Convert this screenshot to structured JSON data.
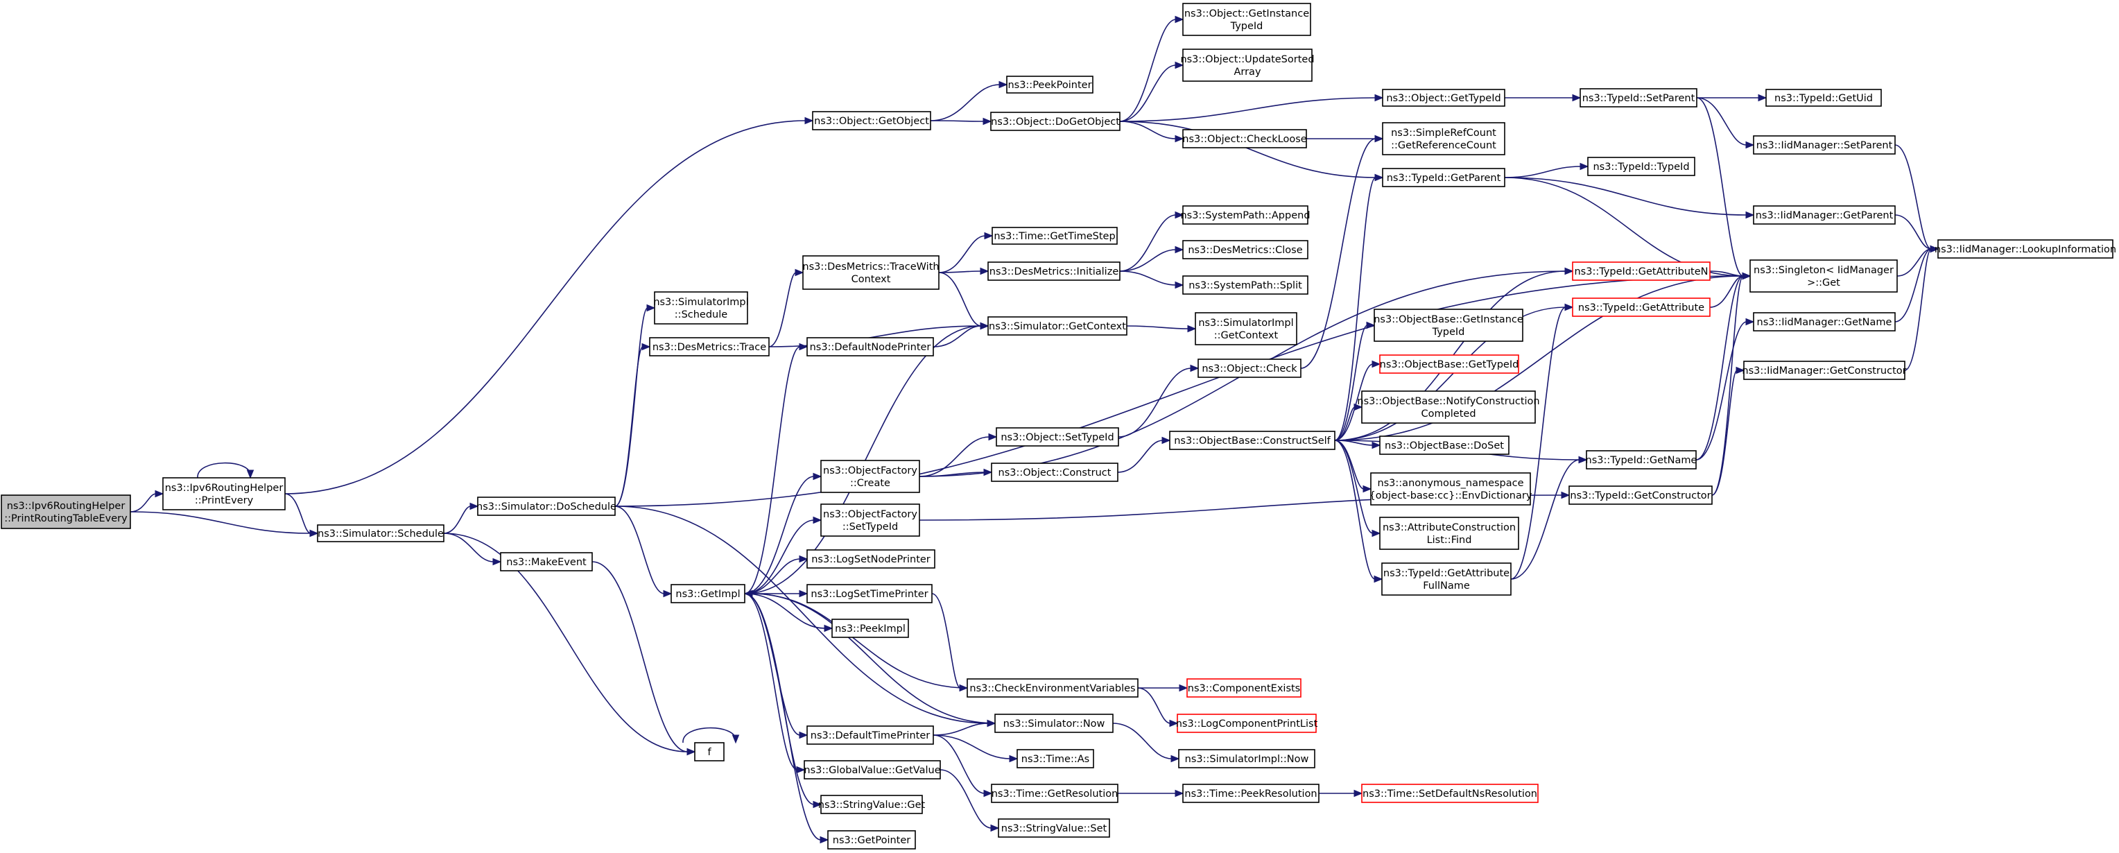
{
  "diagram": {
    "edge_color": "#191970",
    "node_border_color": "#000000",
    "truncated_node_border_color": "#ff0000",
    "root_fill_color": "#bfbfbf",
    "nodes": [
      {
        "id": "root",
        "lines": [
          "ns3::Ipv6RoutingHelper",
          "::PrintRoutingTableEvery"
        ],
        "style": "root"
      },
      {
        "id": "printEvery",
        "lines": [
          "ns3::Ipv6RoutingHelper",
          "::PrintEvery"
        ]
      },
      {
        "id": "schedule",
        "lines": [
          "ns3::Simulator::Schedule"
        ]
      },
      {
        "id": "doSchedule",
        "lines": [
          "ns3::Simulator::DoSchedule"
        ]
      },
      {
        "id": "makeEvent",
        "lines": [
          "ns3::MakeEvent"
        ]
      },
      {
        "id": "f",
        "lines": [
          "f"
        ]
      },
      {
        "id": "getObject",
        "lines": [
          "ns3::Object::GetObject"
        ]
      },
      {
        "id": "simImplSchedule",
        "lines": [
          "ns3::SimulatorImpl",
          "::Schedule"
        ]
      },
      {
        "id": "desTrace",
        "lines": [
          "ns3::DesMetrics::Trace"
        ]
      },
      {
        "id": "getImpl",
        "lines": [
          "ns3::GetImpl"
        ]
      },
      {
        "id": "peekPointer",
        "lines": [
          "ns3::PeekPointer"
        ]
      },
      {
        "id": "doGetObject",
        "lines": [
          "ns3::Object::DoGetObject"
        ]
      },
      {
        "id": "traceWithContext",
        "lines": [
          "ns3::DesMetrics::TraceWith",
          "Context"
        ]
      },
      {
        "id": "defaultNodePrinter",
        "lines": [
          "ns3::DefaultNodePrinter"
        ]
      },
      {
        "id": "objFactoryCreate",
        "lines": [
          "ns3::ObjectFactory",
          "::Create"
        ]
      },
      {
        "id": "objFactorySetTypeId",
        "lines": [
          "ns3::ObjectFactory",
          "::SetTypeId"
        ]
      },
      {
        "id": "logSetNodePrinter",
        "lines": [
          "ns3::LogSetNodePrinter"
        ]
      },
      {
        "id": "logSetTimePrinter",
        "lines": [
          "ns3::LogSetTimePrinter"
        ]
      },
      {
        "id": "peekImpl",
        "lines": [
          "ns3::PeekImpl"
        ]
      },
      {
        "id": "defaultTimePrinter",
        "lines": [
          "ns3::DefaultTimePrinter"
        ]
      },
      {
        "id": "globalValueGetValue",
        "lines": [
          "ns3::GlobalValue::GetValue"
        ]
      },
      {
        "id": "stringValueGet",
        "lines": [
          "ns3::StringValue::Get"
        ]
      },
      {
        "id": "getPointer",
        "lines": [
          "ns3::GetPointer"
        ]
      },
      {
        "id": "timeGetTimeStep",
        "lines": [
          "ns3::Time::GetTimeStep"
        ]
      },
      {
        "id": "desInitialize",
        "lines": [
          "ns3::DesMetrics::Initialize"
        ]
      },
      {
        "id": "simGetContext",
        "lines": [
          "ns3::Simulator::GetContext"
        ]
      },
      {
        "id": "objSetTypeId",
        "lines": [
          "ns3::Object::SetTypeId"
        ]
      },
      {
        "id": "objConstruct",
        "lines": [
          "ns3::Object::Construct"
        ]
      },
      {
        "id": "checkEnvVars",
        "lines": [
          "ns3::CheckEnvironmentVariables"
        ]
      },
      {
        "id": "simNow",
        "lines": [
          "ns3::Simulator::Now"
        ]
      },
      {
        "id": "timeAs",
        "lines": [
          "ns3::Time::As"
        ]
      },
      {
        "id": "timeGetResolution",
        "lines": [
          "ns3::Time::GetResolution"
        ]
      },
      {
        "id": "stringValueSet",
        "lines": [
          "ns3::StringValue::Set"
        ]
      },
      {
        "id": "objGetInstanceTypeId",
        "lines": [
          "ns3::Object::GetInstance",
          "TypeId"
        ]
      },
      {
        "id": "objUpdateSortedArray",
        "lines": [
          "ns3::Object::UpdateSorted",
          "Array"
        ]
      },
      {
        "id": "objCheckLoose",
        "lines": [
          "ns3::Object::CheckLoose"
        ]
      },
      {
        "id": "sysPathAppend",
        "lines": [
          "ns3::SystemPath::Append"
        ]
      },
      {
        "id": "desClose",
        "lines": [
          "ns3::DesMetrics::Close"
        ]
      },
      {
        "id": "sysPathSplit",
        "lines": [
          "ns3::SystemPath::Split"
        ]
      },
      {
        "id": "simImplGetContext",
        "lines": [
          "ns3::SimulatorImpl",
          "::GetContext"
        ]
      },
      {
        "id": "objCheck",
        "lines": [
          "ns3::Object::Check"
        ]
      },
      {
        "id": "objBaseConstructSelf",
        "lines": [
          "ns3::ObjectBase::ConstructSelf"
        ]
      },
      {
        "id": "componentExists",
        "lines": [
          "ns3::ComponentExists"
        ],
        "style": "red"
      },
      {
        "id": "logComponentPrintList",
        "lines": [
          "ns3::LogComponentPrintList"
        ],
        "style": "red"
      },
      {
        "id": "simImplNow",
        "lines": [
          "ns3::SimulatorImpl::Now"
        ]
      },
      {
        "id": "timePeekResolution",
        "lines": [
          "ns3::Time::PeekResolution"
        ]
      },
      {
        "id": "objGetTypeId",
        "lines": [
          "ns3::Object::GetTypeId"
        ]
      },
      {
        "id": "simpleRefCount",
        "lines": [
          "ns3::SimpleRefCount",
          "::GetReferenceCount"
        ]
      },
      {
        "id": "typeIdGetParent",
        "lines": [
          "ns3::TypeId::GetParent"
        ]
      },
      {
        "id": "typeIdGetAttributeN",
        "lines": [
          "ns3::TypeId::GetAttributeN"
        ],
        "style": "red"
      },
      {
        "id": "typeIdGetAttribute",
        "lines": [
          "ns3::TypeId::GetAttribute"
        ],
        "style": "red"
      },
      {
        "id": "objBaseGetInstanceTypeId",
        "lines": [
          "ns3::ObjectBase::GetInstance",
          "TypeId"
        ]
      },
      {
        "id": "objBaseGetTypeId",
        "lines": [
          "ns3::ObjectBase::GetTypeId"
        ],
        "style": "red"
      },
      {
        "id": "objBaseNotifyConstruction",
        "lines": [
          "ns3::ObjectBase::NotifyConstruction",
          "Completed"
        ]
      },
      {
        "id": "objBaseDoSet",
        "lines": [
          "ns3::ObjectBase::DoSet"
        ]
      },
      {
        "id": "anonEnvDictionary",
        "lines": [
          "ns3::anonymous_namespace",
          "{object-base:cc}::EnvDictionary"
        ]
      },
      {
        "id": "attrConstructionListFind",
        "lines": [
          "ns3::AttributeConstruction",
          "List::Find"
        ]
      },
      {
        "id": "typeIdGetAttributeFullName",
        "lines": [
          "ns3::TypeId::GetAttribute",
          "FullName"
        ]
      },
      {
        "id": "timeSetDefaultNsResolution",
        "lines": [
          "ns3::Time::SetDefaultNsResolution"
        ],
        "style": "red"
      },
      {
        "id": "typeIdSetParent",
        "lines": [
          "ns3::TypeId::SetParent"
        ]
      },
      {
        "id": "typeIdTypeId",
        "lines": [
          "ns3::TypeId::TypeId"
        ]
      },
      {
        "id": "typeIdGetName",
        "lines": [
          "ns3::TypeId::GetName"
        ]
      },
      {
        "id": "typeIdGetConstructor",
        "lines": [
          "ns3::TypeId::GetConstructor"
        ]
      },
      {
        "id": "typeIdGetUid",
        "lines": [
          "ns3::TypeId::GetUid"
        ]
      },
      {
        "id": "iidMgrSetParent",
        "lines": [
          "ns3::IidManager::SetParent"
        ]
      },
      {
        "id": "iidMgrGetParent",
        "lines": [
          "ns3::IidManager::GetParent"
        ]
      },
      {
        "id": "singletonGet",
        "lines": [
          "ns3::Singleton< IidManager",
          " >::Get"
        ]
      },
      {
        "id": "iidMgrGetName",
        "lines": [
          "ns3::IidManager::GetName"
        ]
      },
      {
        "id": "iidMgrGetConstructor",
        "lines": [
          "ns3::IidManager::GetConstructor"
        ]
      },
      {
        "id": "iidMgrLookupInformation",
        "lines": [
          "ns3::IidManager::LookupInformation"
        ]
      }
    ],
    "edges": [
      [
        "root",
        "printEvery"
      ],
      [
        "root",
        "schedule"
      ],
      [
        "printEvery",
        "printEvery"
      ],
      [
        "printEvery",
        "getObject"
      ],
      [
        "printEvery",
        "schedule"
      ],
      [
        "schedule",
        "doSchedule"
      ],
      [
        "schedule",
        "makeEvent"
      ],
      [
        "schedule",
        "f"
      ],
      [
        "makeEvent",
        "f"
      ],
      [
        "f",
        "f"
      ],
      [
        "doSchedule",
        "simImplSchedule"
      ],
      [
        "doSchedule",
        "desTrace"
      ],
      [
        "doSchedule",
        "getImpl"
      ],
      [
        "doSchedule",
        "simNow"
      ],
      [
        "doSchedule",
        "singletonGet"
      ],
      [
        "getObject",
        "peekPointer"
      ],
      [
        "getObject",
        "doGetObject"
      ],
      [
        "doGetObject",
        "objGetInstanceTypeId"
      ],
      [
        "doGetObject",
        "objUpdateSortedArray"
      ],
      [
        "doGetObject",
        "objGetTypeId"
      ],
      [
        "doGetObject",
        "objCheckLoose"
      ],
      [
        "doGetObject",
        "typeIdGetParent"
      ],
      [
        "desTrace",
        "traceWithContext"
      ],
      [
        "desTrace",
        "simGetContext"
      ],
      [
        "traceWithContext",
        "timeGetTimeStep"
      ],
      [
        "traceWithContext",
        "desInitialize"
      ],
      [
        "traceWithContext",
        "simGetContext"
      ],
      [
        "desInitialize",
        "sysPathAppend"
      ],
      [
        "desInitialize",
        "desClose"
      ],
      [
        "desInitialize",
        "sysPathSplit"
      ],
      [
        "simGetContext",
        "simImplGetContext"
      ],
      [
        "getImpl",
        "defaultNodePrinter"
      ],
      [
        "getImpl",
        "simGetContext"
      ],
      [
        "getImpl",
        "objFactoryCreate"
      ],
      [
        "getImpl",
        "objFactorySetTypeId"
      ],
      [
        "getImpl",
        "logSetNodePrinter"
      ],
      [
        "getImpl",
        "logSetTimePrinter"
      ],
      [
        "getImpl",
        "peekImpl"
      ],
      [
        "getImpl",
        "defaultTimePrinter"
      ],
      [
        "getImpl",
        "globalValueGetValue"
      ],
      [
        "getImpl",
        "stringValueGet"
      ],
      [
        "getImpl",
        "getPointer"
      ],
      [
        "defaultNodePrinter",
        "simGetContext"
      ],
      [
        "objFactoryCreate",
        "objSetTypeId"
      ],
      [
        "objFactoryCreate",
        "objConstruct"
      ],
      [
        "objFactoryCreate",
        "typeIdGetAttributeN"
      ],
      [
        "objFactorySetTypeId",
        "typeIdGetConstructor"
      ],
      [
        "objSetTypeId",
        "objCheck"
      ],
      [
        "objCheck",
        "simpleRefCount"
      ],
      [
        "objConstruct",
        "objBaseConstructSelf"
      ],
      [
        "objBaseConstructSelf",
        "typeIdGetParent"
      ],
      [
        "objBaseConstructSelf",
        "typeIdGetAttributeN"
      ],
      [
        "objBaseConstructSelf",
        "typeIdGetAttribute"
      ],
      [
        "objBaseConstructSelf",
        "objBaseGetInstanceTypeId"
      ],
      [
        "objBaseConstructSelf",
        "objBaseGetTypeId"
      ],
      [
        "objBaseConstructSelf",
        "objBaseNotifyConstruction"
      ],
      [
        "objBaseConstructSelf",
        "objBaseDoSet"
      ],
      [
        "objBaseConstructSelf",
        "anonEnvDictionary"
      ],
      [
        "objBaseConstructSelf",
        "attrConstructionListFind"
      ],
      [
        "objBaseConstructSelf",
        "typeIdGetAttributeFullName"
      ],
      [
        "objBaseConstructSelf",
        "typeIdGetName"
      ],
      [
        "objBaseConstructSelf",
        "singletonGet"
      ],
      [
        "logSetTimePrinter",
        "checkEnvVars"
      ],
      [
        "checkEnvVars",
        "componentExists"
      ],
      [
        "checkEnvVars",
        "logComponentPrintList"
      ],
      [
        "checkEnvVars",
        "getImpl"
      ],
      [
        "defaultTimePrinter",
        "simNow"
      ],
      [
        "defaultTimePrinter",
        "timeAs"
      ],
      [
        "defaultTimePrinter",
        "timeGetResolution"
      ],
      [
        "simNow",
        "simImplNow"
      ],
      [
        "simNow",
        "getImpl"
      ],
      [
        "globalValueGetValue",
        "stringValueSet"
      ],
      [
        "timeGetResolution",
        "timePeekResolution"
      ],
      [
        "timePeekResolution",
        "timeSetDefaultNsResolution"
      ],
      [
        "objCheckLoose",
        "simpleRefCount"
      ],
      [
        "objGetTypeId",
        "typeIdSetParent"
      ],
      [
        "typeIdSetParent",
        "typeIdGetUid"
      ],
      [
        "typeIdSetParent",
        "iidMgrSetParent"
      ],
      [
        "typeIdSetParent",
        "singletonGet"
      ],
      [
        "typeIdGetParent",
        "typeIdTypeId"
      ],
      [
        "typeIdGetParent",
        "iidMgrGetParent"
      ],
      [
        "typeIdGetParent",
        "singletonGet"
      ],
      [
        "iidMgrSetParent",
        "iidMgrLookupInformation"
      ],
      [
        "iidMgrGetParent",
        "iidMgrLookupInformation"
      ],
      [
        "singletonGet",
        "iidMgrLookupInformation"
      ],
      [
        "typeIdGetAttributeN",
        "singletonGet"
      ],
      [
        "typeIdGetAttribute",
        "singletonGet"
      ],
      [
        "typeIdGetAttributeFullName",
        "typeIdGetName"
      ],
      [
        "typeIdGetAttributeFullName",
        "typeIdGetAttribute"
      ],
      [
        "typeIdGetName",
        "iidMgrGetName"
      ],
      [
        "typeIdGetName",
        "singletonGet"
      ],
      [
        "iidMgrGetName",
        "iidMgrLookupInformation"
      ],
      [
        "typeIdGetConstructor",
        "iidMgrGetConstructor"
      ],
      [
        "typeIdGetConstructor",
        "singletonGet"
      ],
      [
        "iidMgrGetConstructor",
        "iidMgrLookupInformation"
      ]
    ]
  }
}
